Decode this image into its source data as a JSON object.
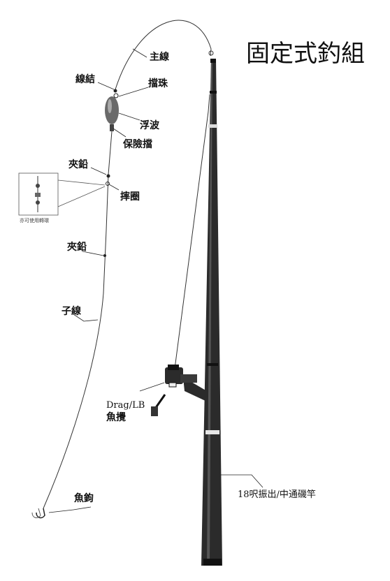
{
  "title": "固定式釣組",
  "labels": {
    "main_line": "主線",
    "line_knot": "線結",
    "stopper_bead": "擋珠",
    "float": "浮波",
    "safety_stopper": "保險擋",
    "split_shot_1": "夾鉛",
    "swivel_ring": "摔圈",
    "inset_note": "亦可使用轉環",
    "split_shot_2": "夾鉛",
    "leader_line": "子線",
    "drag_lb": "Drag/LB",
    "reel": "魚攪",
    "hook": "魚鉤",
    "rod": "18呎振出/中通磯竿"
  },
  "colors": {
    "rod": "#2a2a2a",
    "line": "#333333",
    "float": "#666666"
  }
}
